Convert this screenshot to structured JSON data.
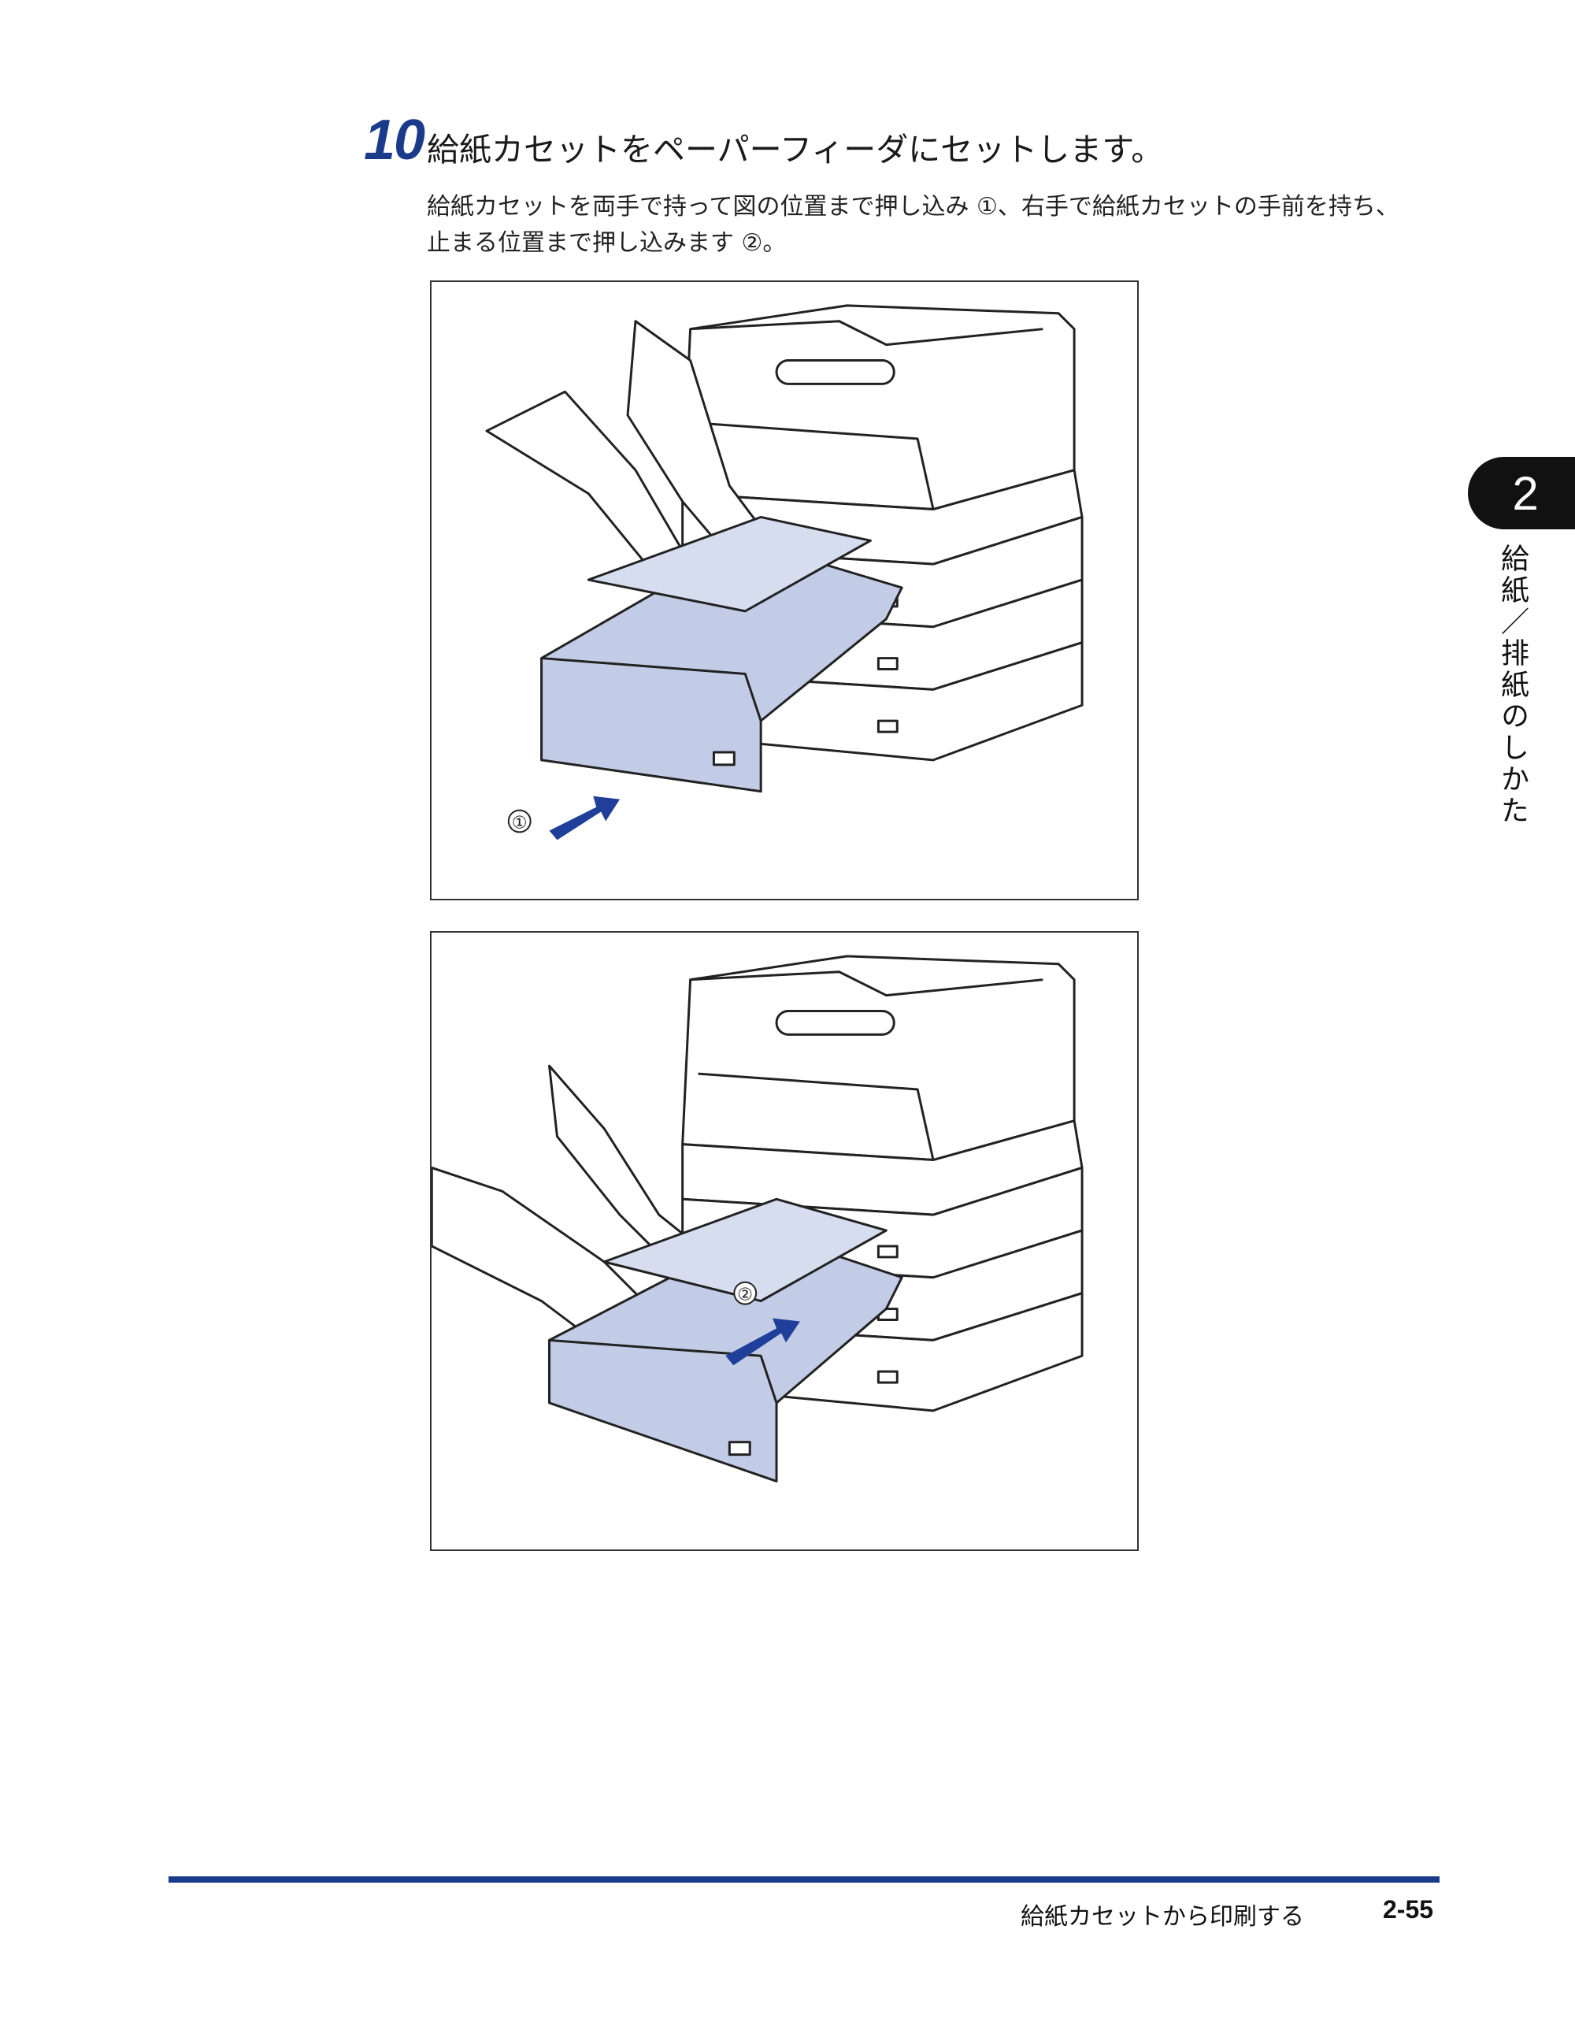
{
  "step": {
    "number": "10",
    "title": "給紙カセットをペーパーフィーダにセットします。",
    "instructions": [
      "給紙カセットを両手で持って図の位置まで押し込み ①、右手で給紙カセットの手前を持ち、",
      "止まる位置まで押し込みます ②。"
    ]
  },
  "figures": [
    {
      "callout": "①"
    },
    {
      "callout": "②"
    }
  ],
  "sidebar": {
    "chapter_number": "2",
    "chapter_title": "給紙／排紙のしかた"
  },
  "footer": {
    "section": "給紙カセットから印刷する",
    "page": "2-55"
  },
  "colors": {
    "accent": "#1a3a8a",
    "tray_fill": "#c3cce6",
    "arrow": "#1f3f9a"
  }
}
